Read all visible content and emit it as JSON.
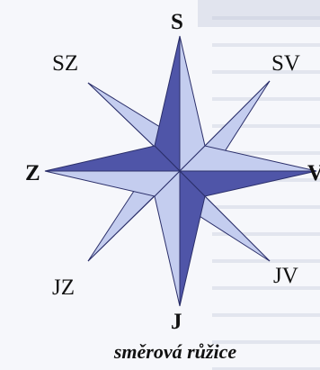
{
  "directions": {
    "north": "S",
    "south": "J",
    "west": "Z",
    "east": "V",
    "northwest": "SZ",
    "northeast": "SV",
    "southwest": "JZ",
    "southeast": "JV"
  },
  "caption": "směrová růžice",
  "colors": {
    "dark": "#4f55a8",
    "light": "#c4cdef",
    "mid": "#7f8bd2",
    "outline": "#2b2f6a"
  }
}
